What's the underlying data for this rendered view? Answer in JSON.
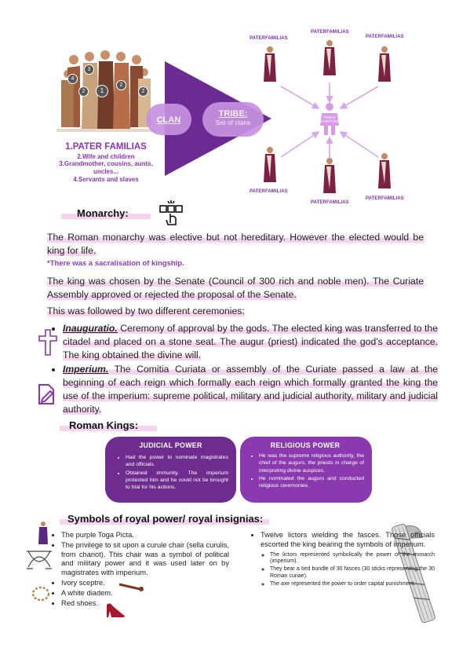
{
  "top": {
    "family_badges": [
      "4",
      "3",
      "2",
      "1",
      "2",
      "2"
    ],
    "list": {
      "title": "1.PATER FAMILIAS",
      "items": [
        "2.Wife and children",
        "3.Grandmother, cousins, aunts, uncles...",
        "4.Servants and slaves"
      ]
    },
    "clan_label": "CLAN",
    "tribe_title": "TRIBE:",
    "tribe_sub": "Set of clans",
    "center_label": "TRIBAL CHIEFTAIN",
    "paterfamilias": [
      "PATERFAMILIAS",
      "PATERFAMILIAS",
      "PATERFAMILIAS",
      "PATERFAMILIAS",
      "PATERFAMILIAS",
      "PATERFAMILIAS"
    ]
  },
  "monarchy": {
    "heading": "Monarchy:",
    "p1": "The Roman monarchy was elective but not hereditary. However the elected would be king for life.",
    "note": "*There was a sacralisation of kingship.",
    "p2": "The king was chosen by the Senate (Council of 300 rich and noble men). The Curiate Assembly approved or rejected the proposal of the Senate.",
    "p3": "This was followed by two different ceremonies:",
    "ceremonies": [
      {
        "term": "Inauguratio.",
        "text": " Ceremony of approval by the gods. The elected king was transferred to the citadel and placed on a stone seat. The augur (priest) indicated the god's acceptance. The king obtained the divine will."
      },
      {
        "term": "Imperium.",
        "text": " The Comitia Curiata or assembly of the Curiate passed a law at the beginning of each reign which formally each reign which formally granted the king the use of the imperium: supreme political, military and judicial authority, military and judicial authority."
      }
    ]
  },
  "kings": {
    "heading": "Roman Kings:",
    "judicial": {
      "title": "JUDICIAL POWER",
      "items": [
        "Had the power to nominate magistrates and officials.",
        "Obtained immunity. The imperium protected him and he could not be brought to trial for his actions."
      ]
    },
    "religious": {
      "title": "RELIGIOUS POWER",
      "items": [
        "He was the supreme religious authority, the chief of the augurs, the priests in charge of interpreting divine auspices.",
        "He nominated the augurs and conducted religious ceremonies."
      ]
    }
  },
  "symbols": {
    "heading": "Symbols of royal power/ royal insignias:",
    "left_items": [
      "The purple Toga Picta.",
      "The privilege to sit upon a curule chair (sella curulis, from chariot). This chair was a symbol of political and military power and it was used later on by magistrates with imperium.",
      "Ivory sceptre.",
      "A white diadem.",
      "Red shoes."
    ],
    "right_item": "Twelve lictors wielding the fasces. Those officials escorted the king bearing the symbols of imperium.",
    "right_sub": [
      "The lictors represented symbolically the power of the monarch (imperium).",
      "They bear a tied bundle of 30 fasces (30 sticks representing the 30 Roman curiae).",
      "The axe represented the power to order capital punishment."
    ]
  },
  "colors": {
    "accent": "#7a2a9e",
    "highlight": "#f6d4ef",
    "judicial_bg": "#6e2c8f",
    "religious_bg": "#8a3aae"
  }
}
